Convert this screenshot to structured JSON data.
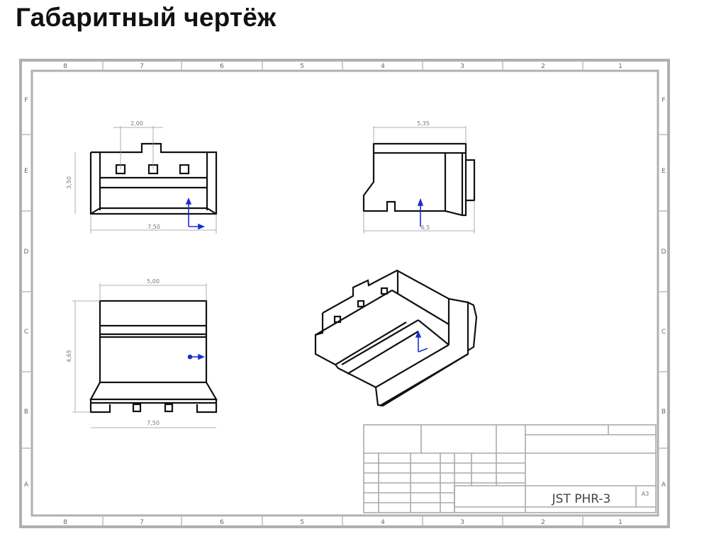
{
  "page_title": "Габаритный чертёж",
  "drawing": {
    "column_labels": [
      "8",
      "7",
      "6",
      "5",
      "4",
      "3",
      "2",
      "1"
    ],
    "row_labels": [
      "F",
      "E",
      "D",
      "C",
      "B",
      "A"
    ],
    "dimensions": {
      "front_pitch": "2,00",
      "front_height": "3,50",
      "front_width": "7,50",
      "side_top": "5,35",
      "side_bottom": "6,5",
      "top_width": "5,00",
      "top_height": "4,65",
      "top_bottom_width": "7,50"
    },
    "title_block": {
      "part_name": "JST PHR-3",
      "sheet_size": "A3"
    },
    "colors": {
      "frame": "#aaaaaa",
      "part_lines": "#111111",
      "axis": "#1a2fd0"
    }
  }
}
